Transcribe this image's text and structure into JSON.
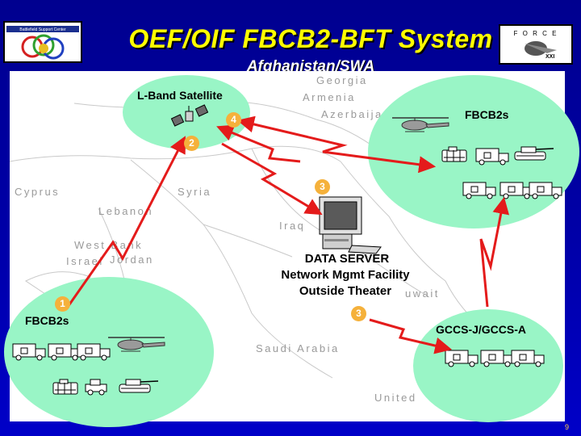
{
  "title": "OEF/OIF FBCB2-BFT System",
  "subtitle": "Afghanistan/SWA",
  "logo_left": {
    "text": "Battlefield Support Center"
  },
  "logo_right": {
    "line1": "F O R C E",
    "line2": "XXI"
  },
  "map_labels": [
    {
      "name": "georgia",
      "text": "Georgia"
    },
    {
      "name": "armenia",
      "text": "Armenia"
    },
    {
      "name": "azerbaijan",
      "text": "Azerbaijan"
    },
    {
      "name": "cyprus",
      "text": "Cyprus"
    },
    {
      "name": "syria",
      "text": "Syria"
    },
    {
      "name": "lebanon",
      "text": "Lebanon"
    },
    {
      "name": "iraq",
      "text": "Iraq"
    },
    {
      "name": "west-bank",
      "text": "West Bank"
    },
    {
      "name": "israel",
      "text": "Israel"
    },
    {
      "name": "jordan",
      "text": "Jordan"
    },
    {
      "name": "kuwait",
      "text": "uwait"
    },
    {
      "name": "saudi-arabia",
      "text": "Saudi Arabia"
    },
    {
      "name": "uae",
      "text": "United"
    }
  ],
  "nodes": {
    "satellite": "L-Band Satellite",
    "fbcb2_top": "FBCB2s",
    "fbcb2_bottom": "FBCB2s",
    "gccs": "GCCS-J/GCCS-A",
    "server_line1": "DATA SERVER",
    "server_line2": "Network Mgmt  Facility",
    "server_line3": "Outside Theater"
  },
  "steps": [
    "1",
    "2",
    "3",
    "3",
    "4"
  ],
  "colors": {
    "arrow": "#e41b1b",
    "bubble": "#99f5c6",
    "title": "#ffff00",
    "badge": "#f5b13b"
  },
  "page_number": "9"
}
